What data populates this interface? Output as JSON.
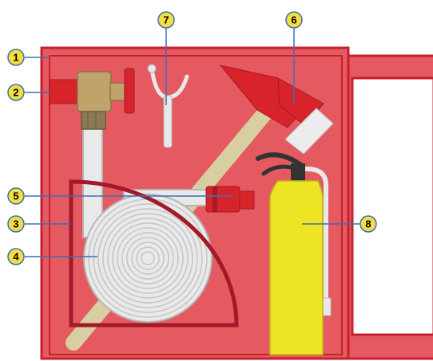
{
  "colors": {
    "cabinet_fill": "#e45a60",
    "cabinet_border": "#c8202c",
    "door_frame": "#e45a60",
    "hose_reel_arc": "#a3192a",
    "extinguisher_body": "#ede524",
    "callout_stroke": "#3b6fb6",
    "callout_fill": "#f4dd3d",
    "hose_beige": "#d8cfa1",
    "hose_coil": "#e9e9e9",
    "brass": "#bfa36a",
    "red_part": "#d8232a",
    "axe_blade": "#ececec"
  },
  "callouts": [
    {
      "label": "1",
      "part": "cabinet"
    },
    {
      "label": "2",
      "part": "valve-inlet"
    },
    {
      "label": "3",
      "part": "hose-reel-guard"
    },
    {
      "label": "4",
      "part": "coiled-hose"
    },
    {
      "label": "5",
      "part": "hose-nozzle"
    },
    {
      "label": "6",
      "part": "fire-axe"
    },
    {
      "label": "7",
      "part": "hose-hook"
    },
    {
      "label": "8",
      "part": "fire-extinguisher"
    }
  ]
}
